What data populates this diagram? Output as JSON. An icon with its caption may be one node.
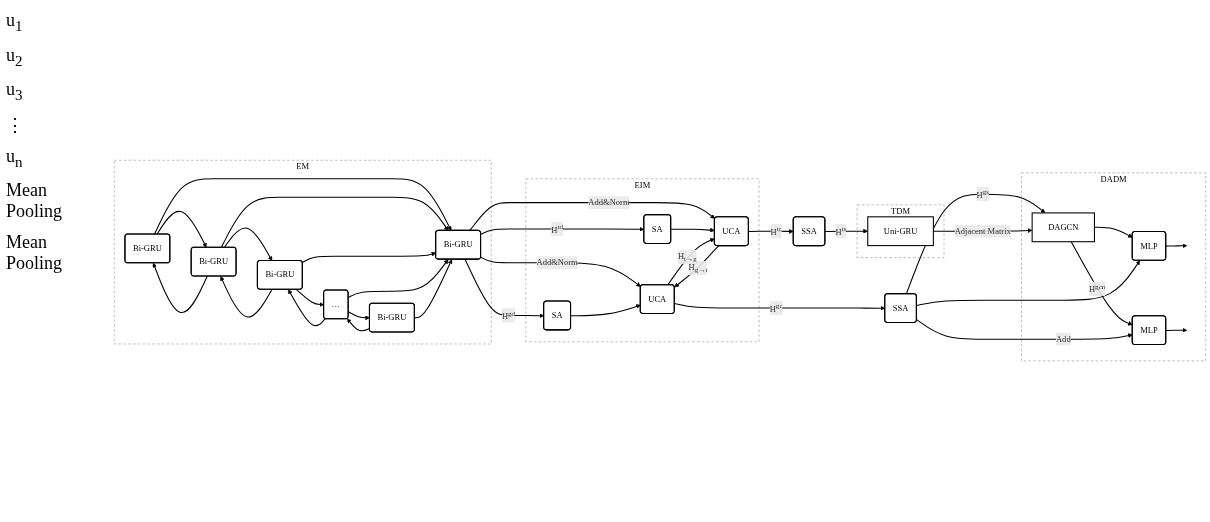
{
  "diagram": {
    "nodes": [
      {
        "text": [
          "EM"
        ]
      },
      {
        "text": [
          "Bi-GRU"
        ],
        "in": 0
      },
      {
        "text": [
          "Bi-GRU"
        ],
        "in": 0
      },
      {
        "text": [
          "Bi-GRU"
        ],
        "in": 0
      },
      {
        "text": [
          "…"
        ],
        "in": 0
      },
      {
        "text": [
          "Bi-GRU"
        ],
        "in": 0
      },
      {
        "text": [
          "Bi-GRU"
        ],
        "in": 0
      },
      {
        "text": [
          "EIM"
        ]
      },
      {
        "text": [
          "SA"
        ],
        "in": 7
      },
      {
        "text": [
          "UCA"
        ],
        "in": 7
      },
      {
        "text": [
          "SA"
        ],
        "in": 7
      },
      {
        "text": [
          "UCA"
        ],
        "in": 7
      },
      {
        "text": [
          "SSA"
        ]
      },
      {
        "text": [
          "SSA"
        ]
      },
      {
        "text": [
          "DADM"
        ]
      },
      {
        "text": [
          "DAGCN"
        ],
        "in": 14
      },
      {
        "text": [
          "MLP"
        ],
        "in": 14
      },
      {
        "text": [
          "MLP"
        ],
        "in": 14
      },
      {
        "text": [
          "TDM"
        ]
      },
      {
        "text": [
          "Uni-GRU"
        ],
        "in": 18
      }
    ],
    "edges": [
      {
        "from": 1,
        "to": 2,
        "arrow": "to"
      },
      {
        "from": 2,
        "to": 1,
        "arrow": "to"
      },
      {
        "from": 2,
        "to": 3,
        "arrow": "to"
      },
      {
        "from": 3,
        "to": 2,
        "arrow": "to"
      },
      {
        "from": 3,
        "to": 4,
        "arrow": "to"
      },
      {
        "from": 4,
        "to": 3,
        "arrow": "to"
      },
      {
        "from": 4,
        "to": 5,
        "arrow": "to"
      },
      {
        "from": 5,
        "to": 4,
        "arrow": "to"
      },
      {
        "from": 1,
        "to": 6,
        "arrow": "to"
      },
      {
        "from": 2,
        "to": 6,
        "arrow": "to"
      },
      {
        "from": 3,
        "to": 6,
        "arrow": "to"
      },
      {
        "from": 4,
        "to": 6,
        "arrow": "to"
      },
      {
        "from": 5,
        "to": 6,
        "arrow": "to"
      },
      {
        "from": 6,
        "to": 8,
        "arrow": "to",
        "label": "H$^{gd}$"
      },
      {
        "from": 6,
        "to": 9,
        "arrow": "to",
        "label": "Add&Norm"
      },
      {
        "from": 6,
        "to": 10,
        "arrow": "to",
        "label": "H$^{td}$"
      },
      {
        "from": 6,
        "to": 11,
        "arrow": "to",
        "label": "Add&Norm"
      },
      {
        "from": 8,
        "to": 9,
        "arrow": "to"
      },
      {
        "from": 10,
        "to": 11,
        "arrow": "to"
      },
      {
        "from": 11,
        "to": 9,
        "arrow": "to",
        "label": "H$_{g→t}$"
      },
      {
        "from": 9,
        "to": 11,
        "arrow": "to",
        "label": "H$_{t→g}$"
      },
      {
        "from": 9,
        "to": 12,
        "arrow": "to",
        "label": "H$^{gc}$"
      },
      {
        "from": 11,
        "to": 13,
        "arrow": "to",
        "label": "H$^{tc}$"
      },
      {
        "from": 12,
        "to": 15,
        "arrow": "to",
        "label": "H$^{gs}$"
      },
      {
        "from": 13,
        "to": 19,
        "arrow": "to",
        "label": "H$^{ts}$"
      },
      {
        "from": 19,
        "to": 15,
        "arrow": "to",
        "label": "Adjacent Matrix"
      },
      {
        "from": 15,
        "to": 16,
        "arrow": "to",
        "label": "H$^{gcn}$"
      },
      {
        "from": 15,
        "to": 17,
        "arrow": "to"
      },
      {
        "from": 12,
        "to": 16,
        "arrow": "to",
        "label": "Add"
      },
      {
        "from": 12,
        "to": 17,
        "arrow": "to"
      },
      {
        "from": 16,
        "to": null,
        "arrow": "to"
      },
      {
        "from": 17,
        "to": null,
        "arrow": "to"
      }
    ],
    "labels": [
      "u$_{1}$",
      "u$_{2}$",
      "u$_{3}$",
      "⋮",
      "u$_{n}$",
      "Mean Pooling",
      "Mean Pooling"
    ]
  }
}
